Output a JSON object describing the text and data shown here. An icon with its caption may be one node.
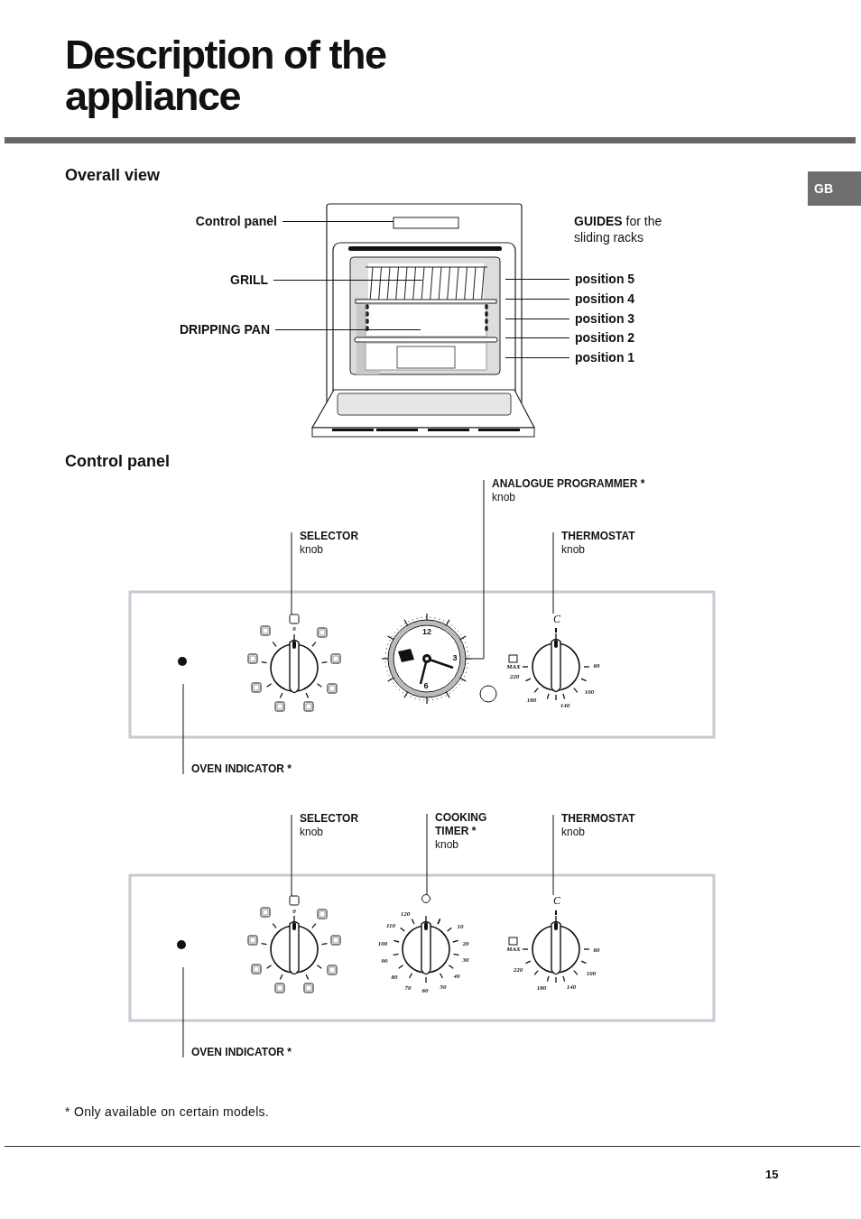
{
  "diagram": {
    "title": "Description of the appliance",
    "nodes": [
      {
        "text": [
          "Control panel"
        ]
      },
      {
        "text": [
          "GRILL"
        ]
      },
      {
        "text": [
          "DRIPPING PAN"
        ]
      },
      {
        "text": [
          "position 5"
        ]
      },
      {
        "text": [
          "position 4"
        ]
      },
      {
        "text": [
          "position 3"
        ]
      },
      {
        "text": [
          "position 2"
        ]
      },
      {
        "text": [
          "position 1"
        ]
      },
      {
        "text": [
          "ANALOGUE PROGRAMMER *",
          "knob"
        ]
      },
      {
        "text": [
          "SELECTOR",
          "knob"
        ]
      },
      {
        "text": [
          "THERMOSTAT",
          "knob"
        ]
      },
      {
        "text": [
          "OVEN INDICATOR *"
        ]
      },
      {
        "text": [
          "SELECTOR",
          "knob"
        ]
      },
      {
        "text": [
          "COOKING TIMER *",
          "knob"
        ]
      },
      {
        "text": [
          "THERMOSTAT",
          "knob"
        ]
      },
      {
        "text": [
          "OVEN INDICATOR *"
        ]
      },
      {
        "text": [],
        "shape": "circle"
      },
      {
        "text": [
          "C"
        ]
      },
      {
        "text": [],
        "shape": "circle"
      },
      {
        "text": [],
        "shape": "circle"
      },
      {
        "text": [
          "C"
        ]
      },
      {
        "text": [],
        "shape": "circle"
      }
    ],
    "edges": [
      {
        "from": 0,
        "to": null,
        "arrow": "none"
      },
      {
        "from": 1,
        "to": null,
        "arrow": "none"
      },
      {
        "from": 2,
        "to": null,
        "arrow": "none"
      },
      {
        "from": 3,
        "to": null,
        "arrow": "none"
      },
      {
        "from": 4,
        "to": null,
        "arrow": "none"
      },
      {
        "from": 5,
        "to": null,
        "arrow": "none"
      },
      {
        "from": 6,
        "to": null,
        "arrow": "none"
      },
      {
        "from": 7,
        "to": null,
        "arrow": "none"
      },
      {
        "from": 8,
        "to": 21,
        "arrow": "none"
      },
      {
        "from": 9,
        "to": 16,
        "arrow": "none"
      },
      {
        "from": 10,
        "to": 17,
        "arrow": "none"
      },
      {
        "from": 11,
        "to": null,
        "arrow": "none"
      },
      {
        "from": 12,
        "to": 18,
        "arrow": "none"
      },
      {
        "from": 13,
        "to": 19,
        "arrow": "none"
      },
      {
        "from": 14,
        "to": 20,
        "arrow": "none"
      },
      {
        "from": 15,
        "to": null,
        "arrow": "none"
      }
    ],
    "labels": [
      "GB",
      "Overall view",
      "**GUIDES** for the sliding racks",
      "Control panel",
      "0",
      "12",
      "3",
      "6",
      "MAX",
      "60",
      "220",
      "100",
      "180",
      "140",
      "0",
      "120",
      "10",
      "110",
      "20",
      "100",
      "90",
      "30",
      "40",
      "80",
      "70",
      "50",
      "60",
      "MAX",
      "60",
      "220",
      "100",
      "180",
      "140",
      "* Only available on certain models.",
      "15"
    ]
  }
}
